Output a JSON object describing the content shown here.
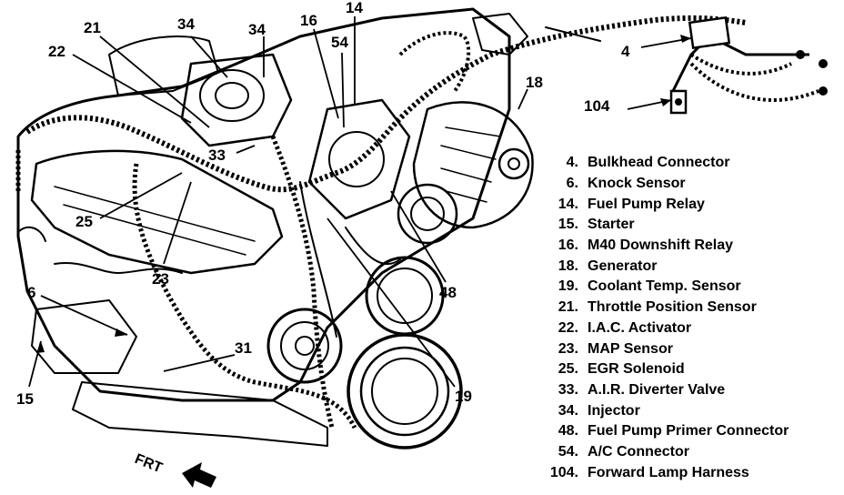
{
  "callouts": [
    {
      "id": "c21",
      "label": "21"
    },
    {
      "id": "c34a",
      "label": "34"
    },
    {
      "id": "c34b",
      "label": "34"
    },
    {
      "id": "c16",
      "label": "16"
    },
    {
      "id": "c14",
      "label": "14"
    },
    {
      "id": "c54",
      "label": "54"
    },
    {
      "id": "c22",
      "label": "22"
    },
    {
      "id": "c4",
      "label": "4"
    },
    {
      "id": "c18",
      "label": "18"
    },
    {
      "id": "c104",
      "label": "104"
    },
    {
      "id": "c33",
      "label": "33"
    },
    {
      "id": "c25",
      "label": "25"
    },
    {
      "id": "c23",
      "label": "23"
    },
    {
      "id": "c6",
      "label": "6"
    },
    {
      "id": "c48",
      "label": "48"
    },
    {
      "id": "c31",
      "label": "31"
    },
    {
      "id": "c15",
      "label": "15"
    },
    {
      "id": "c19",
      "label": "19"
    }
  ],
  "legend": [
    {
      "num": "4.",
      "text": "Bulkhead Connector"
    },
    {
      "num": "6.",
      "text": "Knock Sensor"
    },
    {
      "num": "14.",
      "text": "Fuel Pump Relay"
    },
    {
      "num": "15.",
      "text": "Starter"
    },
    {
      "num": "16.",
      "text": "M40 Downshift Relay"
    },
    {
      "num": "18.",
      "text": "Generator"
    },
    {
      "num": "19.",
      "text": "Coolant Temp. Sensor"
    },
    {
      "num": "21.",
      "text": "Throttle Position Sensor"
    },
    {
      "num": "22.",
      "text": "I.A.C. Activator"
    },
    {
      "num": "23.",
      "text": "MAP Sensor"
    },
    {
      "num": "25.",
      "text": "EGR Solenoid"
    },
    {
      "num": "33.",
      "text": "A.I.R. Diverter Valve"
    },
    {
      "num": "34.",
      "text": "Injector"
    },
    {
      "num": "48.",
      "text": "Fuel Pump Primer Connector"
    },
    {
      "num": "54.",
      "text": "A/C Connector"
    },
    {
      "num": "104.",
      "text": "Forward Lamp Harness"
    }
  ],
  "front_label": "FRT"
}
